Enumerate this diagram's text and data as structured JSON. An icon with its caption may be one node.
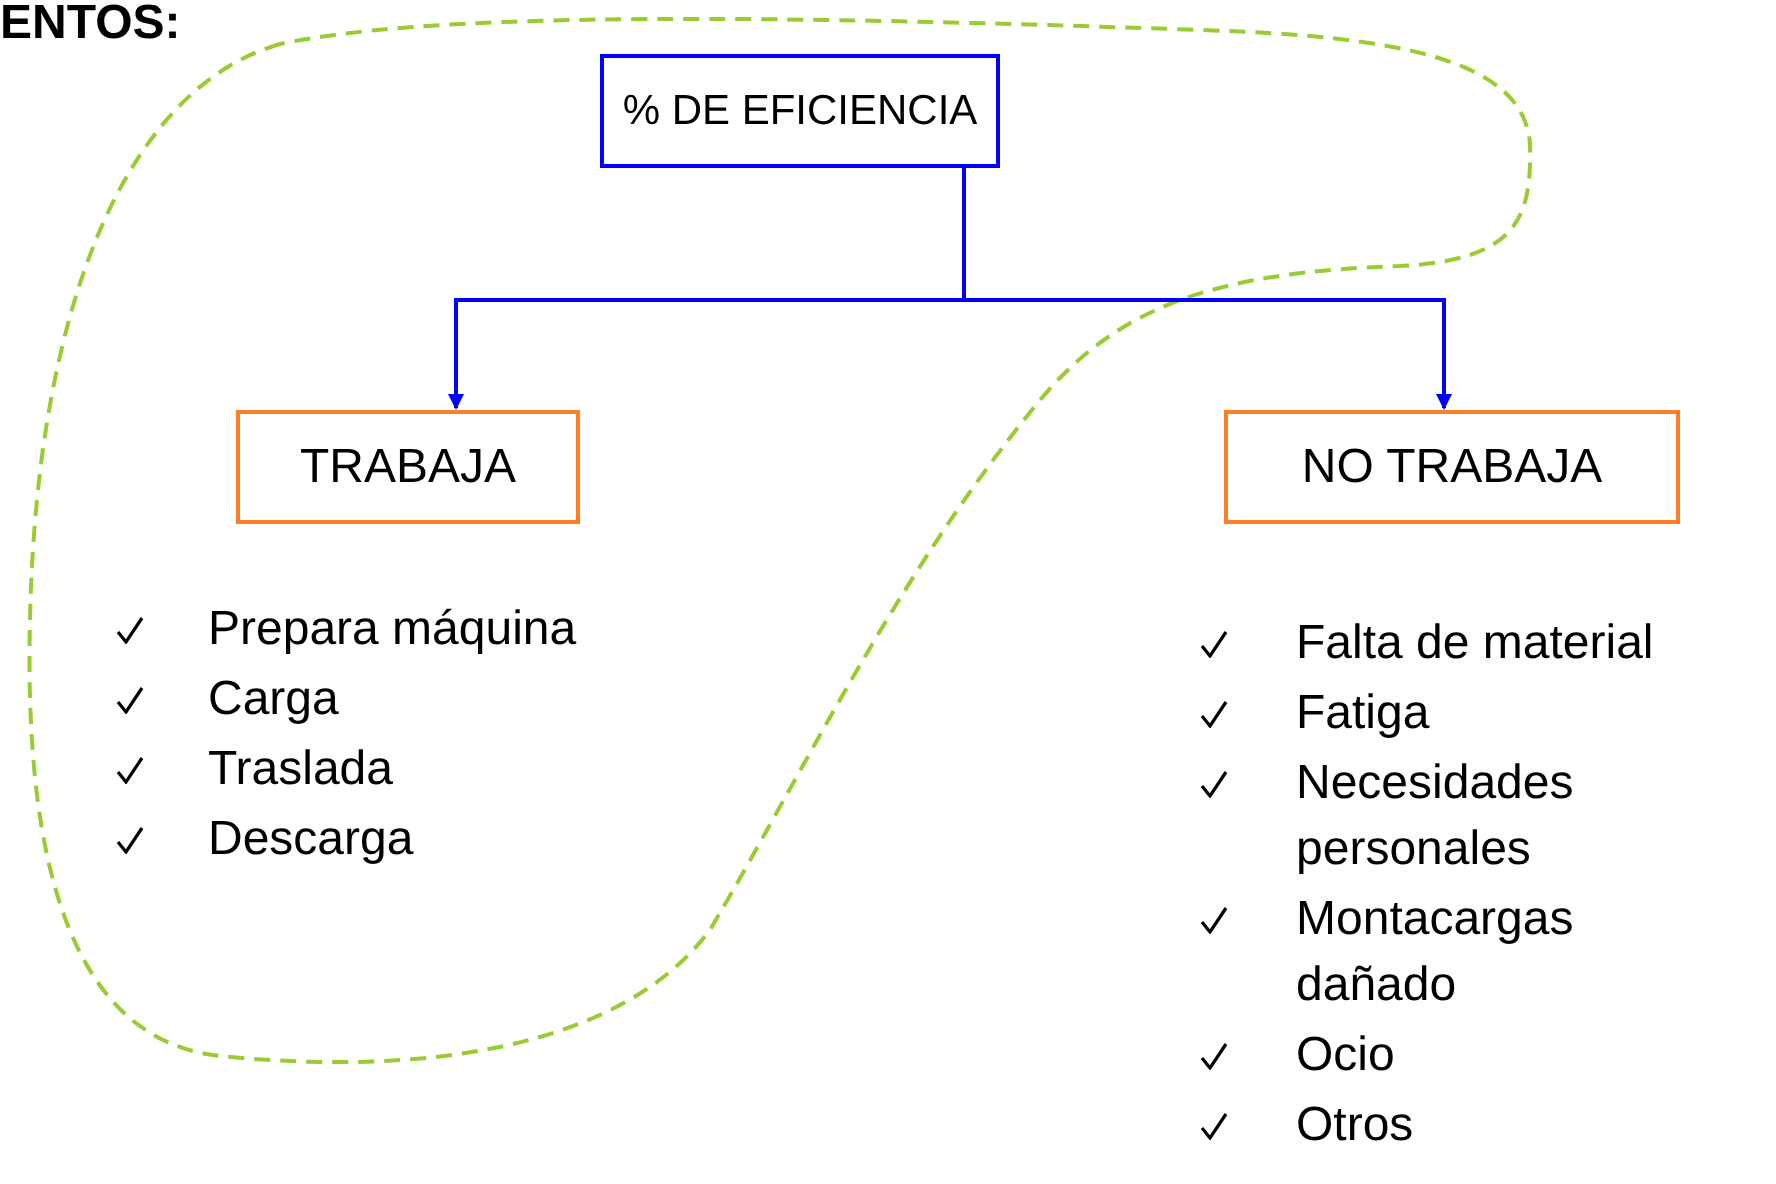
{
  "diagram": {
    "nodes": [
      {
        "text": [
          "% DE EFICIENCIA"
        ]
      },
      {
        "text": [
          "TRABAJA"
        ]
      },
      {
        "text": [
          "NO TRABAJA"
        ]
      }
    ],
    "edges": [
      {
        "from": 0,
        "to": 1,
        "arrow": "to"
      },
      {
        "from": 0,
        "to": 2,
        "arrow": "to"
      }
    ],
    "labels": [
      "ENTOS:",
      "Prepara máquina",
      "Carga",
      "Traslada",
      "Descarga",
      "Falta de material",
      "Fatiga",
      "Necesidades personales",
      "Montacargas dañado",
      "Ocio",
      "Otros"
    ]
  }
}
